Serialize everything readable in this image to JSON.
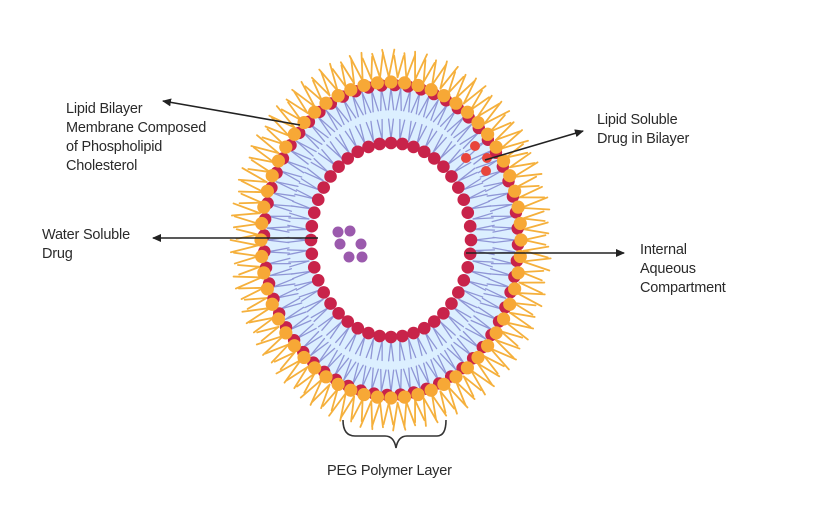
{
  "title": "Liposome structure diagram",
  "labels": {
    "lipid_bilayer": "Lipid Bilayer\nMembrane Composed\nof Phospholipid\nCholesterol",
    "lipid_soluble_drug": "Lipid Soluble\nDrug in Bilayer",
    "water_soluble_drug": "Water Soluble\nDrug",
    "internal_aqueous": "Internal\nAqueous\nCompartment",
    "peg_layer": "PEG Polymer Layer"
  },
  "colors": {
    "peg_tail": "#f5b03c",
    "outer_head": "#f7a836",
    "head_red": "#c8234a",
    "lipid_tail": "#8f96d6",
    "bilayer_fill": "#dcefff",
    "lipid_drug": "#e8453c",
    "water_drug": "#9b5aad",
    "arrow": "#222222"
  },
  "components": {
    "water_soluble_drug_count": 6,
    "lipid_soluble_drug_count": 4
  }
}
